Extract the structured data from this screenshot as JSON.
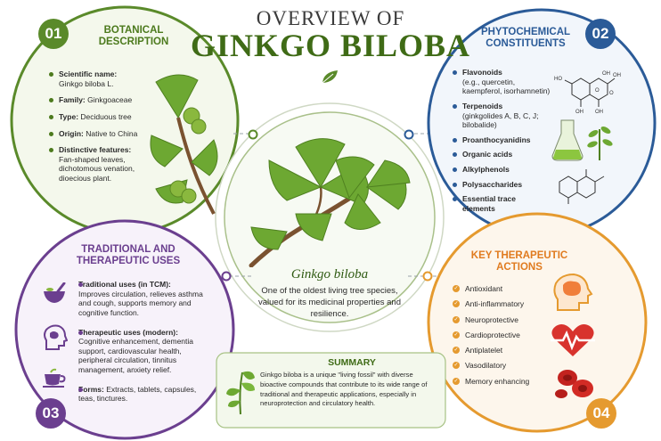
{
  "title": {
    "line1": "OVERVIEW OF",
    "line2": "GINKGO BILOBA"
  },
  "colors": {
    "green": "#5a8a2a",
    "blue": "#2b5b98",
    "purple": "#6b3f8f",
    "orange": "#e59a2f"
  },
  "center": {
    "name": "Ginkgo biloba",
    "desc": "One of the oldest living tree species, valued for its medicinal properties and resilience."
  },
  "botanical": {
    "number": "01",
    "heading": "BOTANICAL DESCRIPTION",
    "items": [
      {
        "label": "Scientific name:",
        "text": "Ginkgo biloba L."
      },
      {
        "label": "Family:",
        "text": "Ginkgoaceae"
      },
      {
        "label": "Type:",
        "text": "Deciduous tree"
      },
      {
        "label": "Origin:",
        "text": "Native to China"
      },
      {
        "label": "Distinctive features:",
        "text": "Fan-shaped leaves, dichotomous venation, dioecious plant."
      }
    ]
  },
  "phyto": {
    "number": "02",
    "heading": "PHYTOCHEMICAL CONSTITUENTS",
    "items": [
      {
        "label": "Flavonoids",
        "text": "(e.g., quercetin, kaempferol, isorhamnetin)"
      },
      {
        "label": "Terpenoids",
        "text": "(ginkgolides A, B, C, J; bilobalide)"
      },
      {
        "label": "Proanthocyanidins",
        "text": ""
      },
      {
        "label": "Organic acids",
        "text": ""
      },
      {
        "label": "Alkylphenols",
        "text": ""
      },
      {
        "label": "Polysaccharides",
        "text": ""
      },
      {
        "label": "Essential trace elements",
        "text": ""
      }
    ],
    "molecule_atoms": [
      "OH",
      "HO",
      "OH",
      "O",
      "OH",
      "O",
      "OH"
    ]
  },
  "traditional": {
    "number": "03",
    "heading": "TRADITIONAL AND THERAPEUTIC USES",
    "items": [
      {
        "label": "Traditional uses (in TCM):",
        "text": "Improves circulation, relieves asthma and cough, supports memory and cognitive function."
      },
      {
        "label": "Therapeutic uses (modern):",
        "text": "Cognitive enhancement, dementia support, cardiovascular health, peripheral circulation, tinnitus management, anxiety relief."
      },
      {
        "label": "Forms:",
        "text": "Extracts, tablets, capsules, teas, tinctures."
      }
    ],
    "icons": [
      "mortar-icon",
      "brain-head-icon",
      "tea-cup-icon"
    ]
  },
  "actions": {
    "number": "04",
    "heading": "KEY THERAPEUTIC ACTIONS",
    "items": [
      "Antioxidant",
      "Anti-inflammatory",
      "Neuroprotective",
      "Cardioprotective",
      "Antiplatelet",
      "Vasodilatory",
      "Memory enhancing"
    ],
    "icons": [
      "brain-icon",
      "heart-pulse-icon",
      "blood-cells-icon"
    ]
  },
  "summary": {
    "heading": "SUMMARY",
    "text": "Ginkgo biloba is a unique \"living fossil\" with diverse bioactive compounds that contribute to its wide range of traditional and therapeutic applications, especially in neuroprotection and circulatory health."
  }
}
